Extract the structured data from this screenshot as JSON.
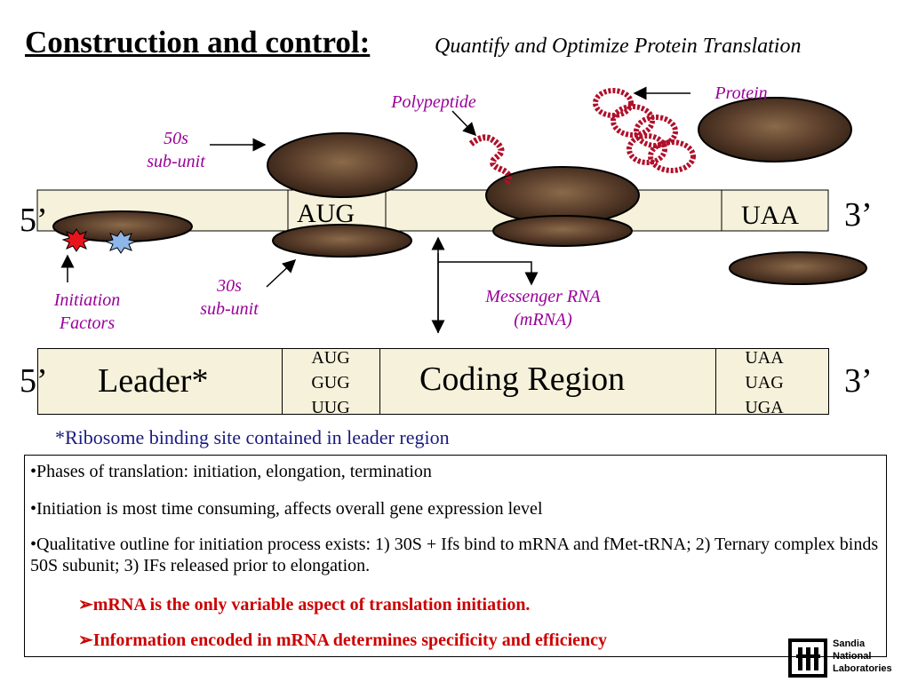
{
  "title": {
    "main": "Construction and control:",
    "subtitle": "Quantify and Optimize Protein Translation"
  },
  "diagram_top": {
    "five_prime": "5’",
    "three_prime": "3’",
    "start_codon": "AUG",
    "stop_codon": "UAA",
    "labels": {
      "large_subunit": "50s\nsub-unit",
      "small_subunit": "30s\nsub-unit",
      "polypeptide": "Polypeptide",
      "protein": "Protein",
      "initiation_factors": "Initiation\nFactors",
      "messenger_rna": "Messenger RNA\n(mRNA)"
    }
  },
  "diagram_bottom": {
    "five_prime": "5’",
    "three_prime": "3’",
    "leader": "Leader*",
    "start_codons": [
      "AUG",
      "GUG",
      "UUG"
    ],
    "coding_region": "Coding Region",
    "stop_codons": [
      "UAA",
      "UAG",
      "UGA"
    ]
  },
  "footnote": "*Ribosome binding site contained in leader region",
  "bullets": [
    "•Phases of translation:  initiation, elongation, termination",
    "•Initiation is most time consuming, affects overall gene expression level",
    "•Qualitative outline for initiation process exists:  1) 30S + Ifs bind to mRNA and fMet-tRNA; 2) Ternary complex binds 50S subunit; 3) IFs released prior to elongation."
  ],
  "highlights": [
    "mRNA is the only variable aspect of translation initiation.",
    "Information encoded in mRNA determines specificity and efficiency"
  ],
  "highlight_marker": "➢",
  "logo": {
    "text": "Sandia\nNational\nLaboratories"
  },
  "colors": {
    "label_purple": "#990099",
    "highlight_red": "#cc0000",
    "footnote_blue": "#1a1a80",
    "ribosome_brown": "#5a3e2b",
    "strip_fill": "#f6f1da"
  }
}
